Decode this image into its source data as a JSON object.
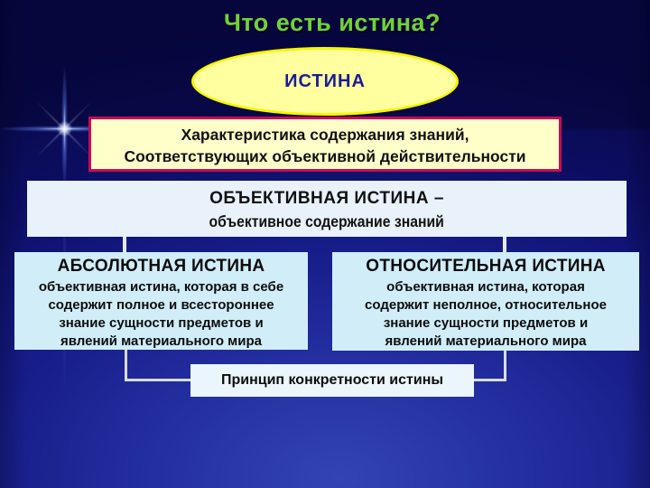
{
  "title": "Что есть истина?",
  "ellipse": {
    "label": "ИСТИНА"
  },
  "definition_box": {
    "line1": "Характеристика содержания знаний,",
    "line2": "Соответствующих объективной действительности"
  },
  "objective_box": {
    "title": "ОБЪЕКТИВНАЯ ИСТИНА –",
    "subtitle": "объективное содержание знаний"
  },
  "absolute_box": {
    "title": "АБСОЛЮТНАЯ ИСТИНА",
    "lines": [
      "объективная истина, которая в себе",
      "содержит полное и всестороннее",
      "знание сущности предметов и",
      "явлений материального мира"
    ]
  },
  "relative_box": {
    "title": "ОТНОСИТЕЛЬНАЯ ИСТИНА",
    "lines": [
      "объективная истина, которая",
      "содержит неполное, относительное",
      "знание сущности предметов и",
      "явлений материального мира"
    ]
  },
  "principle_box": {
    "label": "Принцип конкретности истины"
  },
  "colors": {
    "background_navy": "#0a0a55",
    "background_bottom_blue": "#3344b2",
    "title_green": "#72d139",
    "ellipse_fill": "#ffffa0",
    "ellipse_border": "#f6f600",
    "ellipse_text": "#1b1b97",
    "definition_fill": "#ffffca",
    "definition_border": "#cb0a56",
    "box_fill_light_blue": "#d0edf8",
    "box_fill_lighter": "#e9f2fa",
    "principle_fill": "#eaf6fc",
    "connector_line": "#d7dde6",
    "body_text": "#0c0c0c"
  }
}
